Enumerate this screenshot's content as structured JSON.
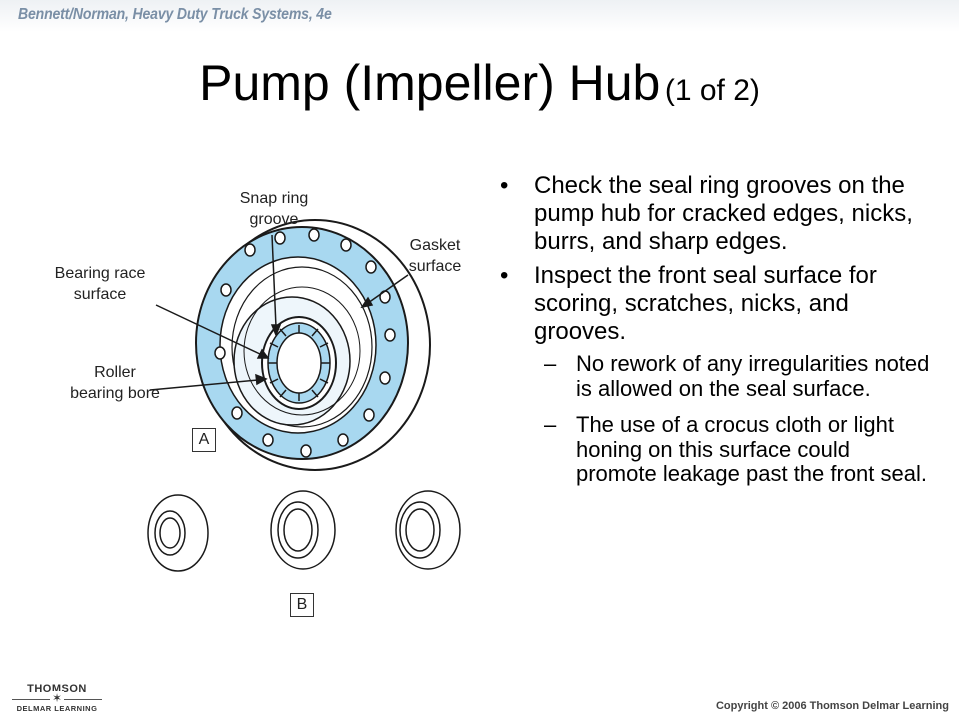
{
  "header": {
    "book_title": "Bennett/Norman, Heavy Duty Truck Systems, 4e"
  },
  "slide": {
    "title_main": "Pump (Impeller) Hub",
    "title_sub": "(1 of 2)"
  },
  "figure": {
    "labels": {
      "snap_ring": "Snap ring groove",
      "gasket": "Gasket surface",
      "bearing_race": "Bearing race surface",
      "roller_bore": "Roller bearing bore"
    },
    "box_a": "A",
    "box_b": "B",
    "colors": {
      "flange": "#a8d8f0",
      "outline": "#1a1a1a"
    }
  },
  "bullets": [
    {
      "text": "Check the seal ring grooves on the pump hub for cracked edges, nicks, burrs, and sharp edges."
    },
    {
      "text": "Inspect the front seal surface for scoring, scratches, nicks, and grooves.",
      "sub": [
        "No rework of any irregularities noted is allowed on the seal surface.",
        "The use of a crocus cloth or light honing on this surface could promote leakage past the front seal."
      ]
    }
  ],
  "footer": {
    "logo_top": "THOMSON",
    "logo_bottom": "DELMAR LEARNING",
    "copyright": "Copyright © 2006 Thomson Delmar Learning"
  }
}
